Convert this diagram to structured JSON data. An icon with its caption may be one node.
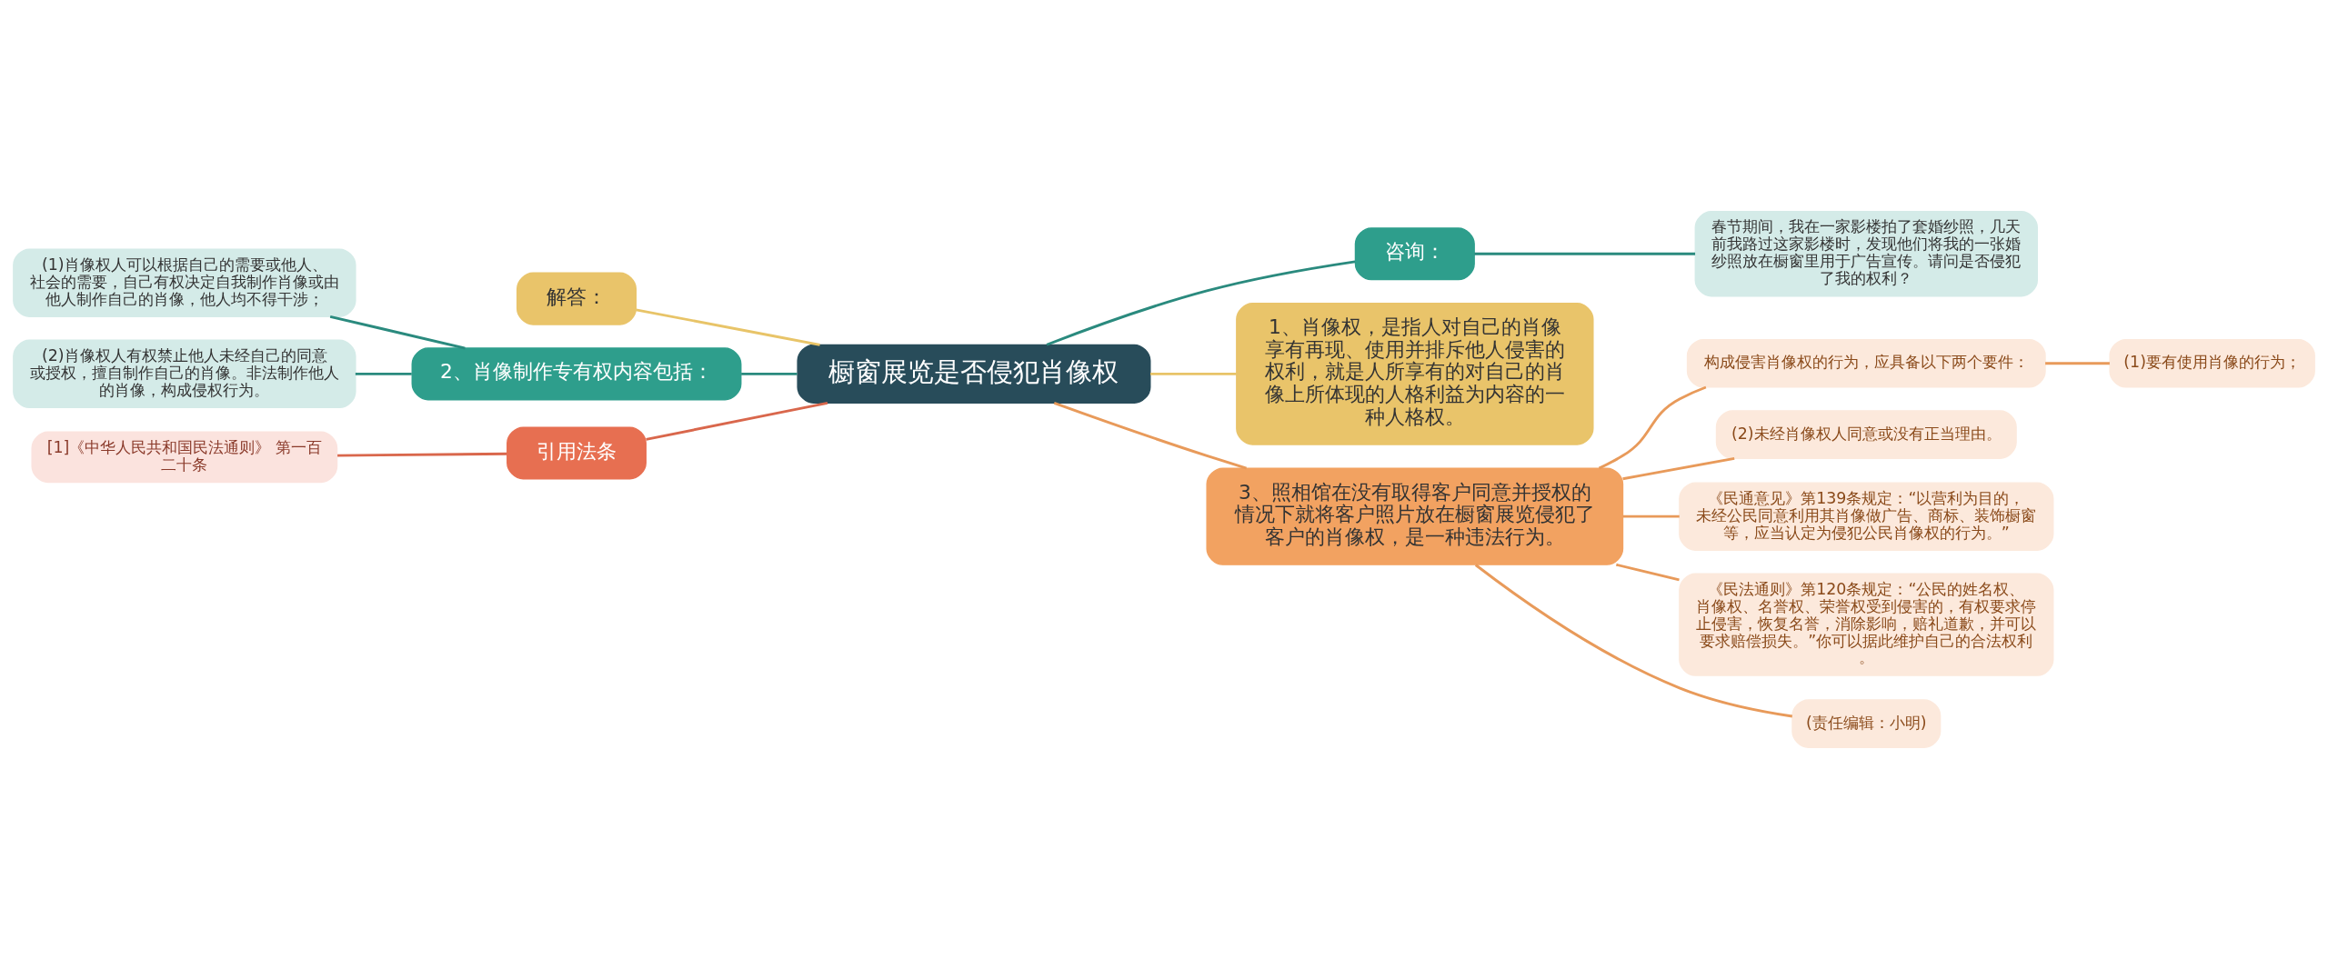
{
  "diagram": {
    "nodes": [
      {
        "text": [
          "橱窗展览是否侵犯肖像权"
        ]
      },
      {
        "text": [
          "咨询："
        ]
      },
      {
        "text": [
          "春节期间，我在一家影楼拍了套婚纱照，几天前我路过这家影楼时，发现他们将我的一张婚纱照放在橱窗里用于广告宣传。请问是否侵犯了我的权利？"
        ]
      },
      {
        "text": [
          "解答："
        ]
      },
      {
        "text": [
          "1、肖像权，是指人对自己的肖像享有再现、使用并排斥他人侵害的权利，就是人所享有的对自己的肖像上所体现的人格利益为内容的一种人格权。"
        ]
      },
      {
        "text": [
          "2、肖像制作专有权内容包括："
        ]
      },
      {
        "text": [
          "(1)肖像权人可以根据自己的需要或他人、社会的需要，自己有权决定自我制作肖像或由他人制作自己的肖像，他人均不得干涉；"
        ]
      },
      {
        "text": [
          "(2)肖像权人有权禁止他人未经自己的同意或授权，擅自制作自己的肖像。非法制作他人的肖像，构成侵权行为。"
        ]
      },
      {
        "text": [
          "引用法条"
        ]
      },
      {
        "text": [
          "[1]《中华人民共和国民法通则》 第一百二十条"
        ]
      },
      {
        "text": [
          "3、照相馆在没有取得客户同意并授权的情况下就将客户照片放在橱窗展览侵犯了客户的肖像权，是一种违法行为。"
        ]
      },
      {
        "text": [
          "构成侵害肖像权的行为，应具备以下两个要件："
        ]
      },
      {
        "text": [
          "(1)要有使用肖像的行为；"
        ]
      },
      {
        "text": [
          "(2)未经肖像权人同意或没有正当理由。"
        ]
      },
      {
        "text": [
          "《民通意见》第139条规定：“以营利为目的，未经公民同意利用其肖像做广告、商标、装饰橱窗等，应当认定为侵犯公民肖像权的行为。”"
        ]
      },
      {
        "text": [
          "《民法通则》第120条规定：“公民的姓名权、肖像权、名誉权、荣誉权受到侵害的，有权要求停止侵害，恢复名誉，消除影响，赔礼道歉，并可以要求赔偿损失。”你可以据此维护自己的合法权利。"
        ]
      },
      {
        "text": [
          "(责任编辑：小明)"
        ]
      }
    ],
    "edges": [
      {
        "from": 0,
        "to": 1,
        "arrow": "none",
        "color": "#2a8a7e"
      },
      {
        "from": 1,
        "to": 2,
        "arrow": "none",
        "color": "#2a8a7e"
      },
      {
        "from": 3,
        "to": 0,
        "arrow": "none",
        "color": "#e8c468"
      },
      {
        "from": 0,
        "to": 4,
        "arrow": "none",
        "color": "#e8c468"
      },
      {
        "from": 5,
        "to": 0,
        "arrow": "none",
        "color": "#2a8a7e"
      },
      {
        "from": 6,
        "to": 5,
        "arrow": "none",
        "color": "#2a8a7e"
      },
      {
        "from": 7,
        "to": 5,
        "arrow": "none",
        "color": "#2a8a7e"
      },
      {
        "from": 8,
        "to": 0,
        "arrow": "none",
        "color": "#d9674c"
      },
      {
        "from": 9,
        "to": 8,
        "arrow": "none",
        "color": "#d9674c"
      },
      {
        "from": 0,
        "to": 10,
        "arrow": "none",
        "color": "#e89a5a"
      },
      {
        "from": 10,
        "to": 11,
        "arrow": "none",
        "color": "#e89a5a"
      },
      {
        "from": 11,
        "to": 12,
        "arrow": "none",
        "color": "#e89a5a"
      },
      {
        "from": 10,
        "to": 13,
        "arrow": "none",
        "color": "#e89a5a"
      },
      {
        "from": 10,
        "to": 14,
        "arrow": "none",
        "color": "#e89a5a"
      },
      {
        "from": 10,
        "to": 15,
        "arrow": "none",
        "color": "#e89a5a"
      },
      {
        "from": 10,
        "to": 16,
        "arrow": "none",
        "color": "#e89a5a"
      }
    ]
  }
}
